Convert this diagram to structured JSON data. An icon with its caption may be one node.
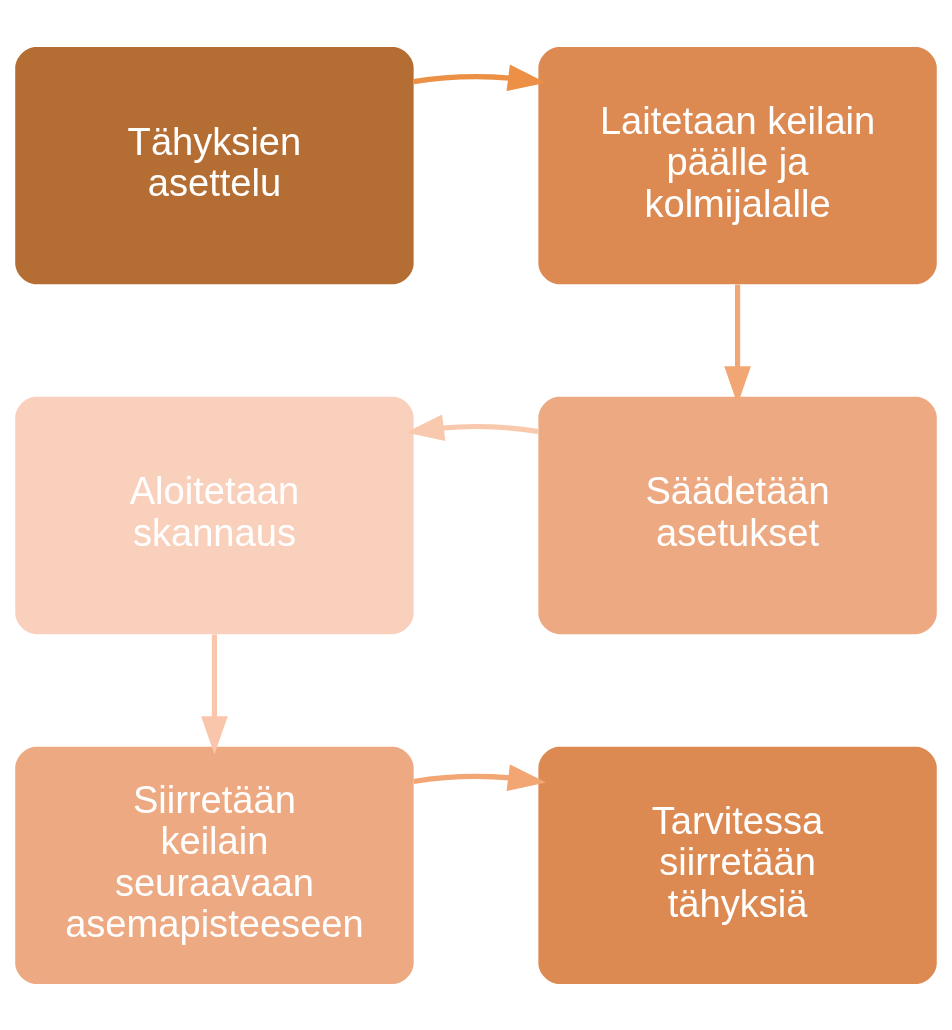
{
  "diagram": {
    "nodes": [
      {
        "text": [
          "Tähyksien asettelu"
        ]
      },
      {
        "text": [
          "Laitetaan keilain päälle ja kolmijalalle"
        ]
      },
      {
        "text": [
          "Säädetään asetukset"
        ]
      },
      {
        "text": [
          "Aloitetaan skannaus"
        ]
      },
      {
        "text": [
          "Siirretään keilain seuraavaan asemapisteeseen"
        ]
      },
      {
        "text": [
          "Tarvitessa siirretään tähyksiä"
        ]
      }
    ],
    "edges": [
      {
        "from": 0,
        "to": 1,
        "arrow": "to",
        "color": "#ec9046"
      },
      {
        "from": 1,
        "to": 2,
        "arrow": "to",
        "color": "#f2a674"
      },
      {
        "from": 2,
        "to": 3,
        "arrow": "to",
        "color": "#f9c9ae"
      },
      {
        "from": 3,
        "to": 4,
        "arrow": "to",
        "color": "#f9c6ab"
      },
      {
        "from": 4,
        "to": 5,
        "arrow": "to",
        "color": "#f2a674"
      }
    ]
  }
}
